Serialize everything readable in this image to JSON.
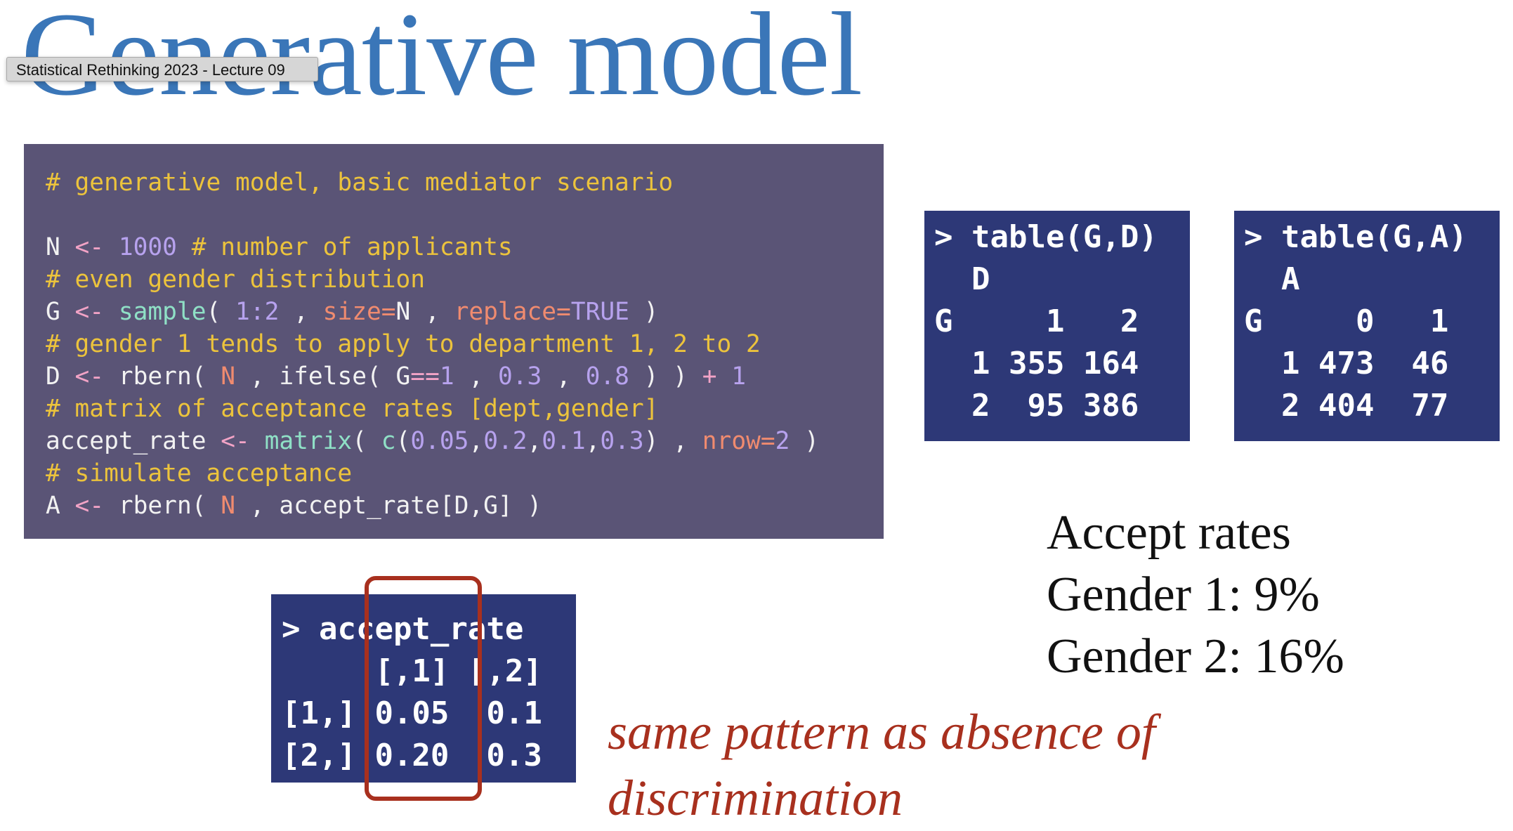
{
  "slide": {
    "title": "Generative model",
    "tooltip": "Statistical Rethinking 2023 - Lecture 09"
  },
  "code": {
    "l1": "# generative model, basic mediator scenario",
    "l3": {
      "a": "N ",
      "b": "<-",
      "c": " ",
      "d": "1000",
      "e": " # number of applicants"
    },
    "l4": "# even gender distribution",
    "l5": {
      "a": "G ",
      "b": "<-",
      "c": " ",
      "d": "sample",
      "e": "( ",
      "f": "1:2",
      "g": " , ",
      "h": "size=",
      "i": "N , ",
      "j": "replace=",
      "k": "TRUE",
      "l": " )"
    },
    "l6": "# gender 1 tends to apply to department 1, 2 to 2",
    "l7": {
      "a": "D ",
      "b": "<-",
      "c": " rbern( ",
      "d": "N",
      "e": " , ifelse( G",
      "f": "==",
      "g": "1",
      "h": " , ",
      "i": "0.3",
      "j": " , ",
      "k": "0.8",
      "l": " ) ) ",
      "m": "+",
      "n": " ",
      "o": "1"
    },
    "l8": "# matrix of acceptance rates [dept,gender]",
    "l9": {
      "a": "accept_rate ",
      "b": "<-",
      "c": " ",
      "d": "matrix",
      "e": "( ",
      "f": "c",
      "g": "(",
      "h": "0.05",
      "i": ",",
      "j": "0.2",
      "k": ",",
      "l": "0.1",
      "m": ",",
      "n": "0.3",
      "o": ") , ",
      "p": "nrow=",
      "q": "2",
      "r": " )"
    },
    "l10": "# simulate acceptance",
    "l11": {
      "a": "A ",
      "b": "<-",
      "c": " rbern( ",
      "d": "N",
      "e": " , accept_rate[D,G] )"
    }
  },
  "table_gd": {
    "lines": [
      "> table(G,D)",
      "  D",
      "G     1   2",
      "  1 355 164",
      "  2  95 386"
    ]
  },
  "table_ga": {
    "lines": [
      "> table(G,A)",
      "  A",
      "G     0   1",
      "  1 473  46",
      "  2 404  77"
    ]
  },
  "accept_rate_matrix": {
    "lines": [
      "> accept_rate",
      "     [,1] [,2]",
      "[1,] 0.05  0.1",
      "[2,] 0.20  0.3"
    ]
  },
  "accept_rates": {
    "heading": "Accept rates",
    "gender1": "Gender 1: 9%",
    "gender2": "Gender 2: 16%"
  },
  "note": {
    "line1": "same pattern as absence of",
    "line2": "discrimination"
  },
  "colors": {
    "title": "#3a76b8",
    "code_bg": "#5a5476",
    "r_output_bg": "#2d3877",
    "highlight": "#a8301e",
    "comment": "#ecc33c"
  }
}
